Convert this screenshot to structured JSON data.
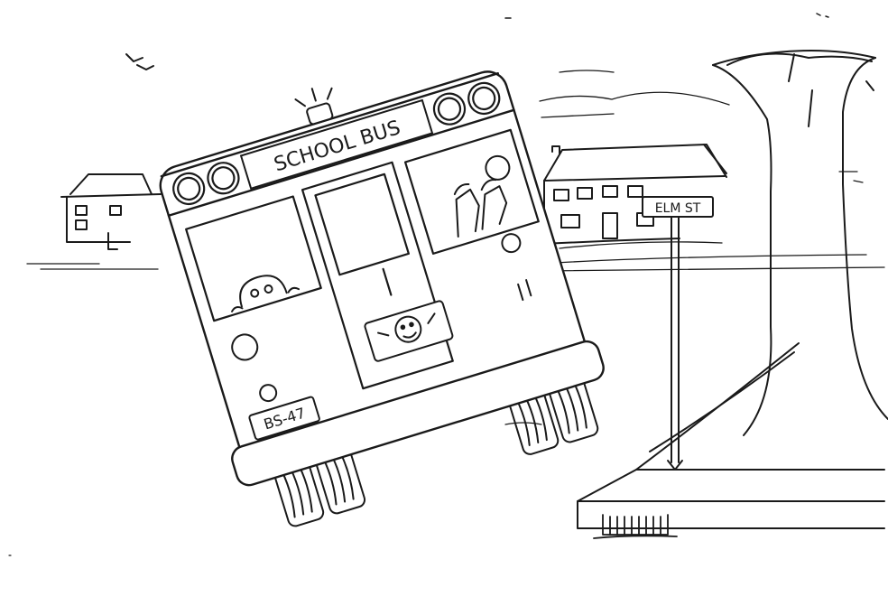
{
  "bus": {
    "sign": "SCHOOL BUS",
    "plate": "BS-47"
  },
  "street_sign": {
    "text": "ELM ST"
  },
  "colors": {
    "ink": "#1a1a1a",
    "paper": "#ffffff"
  }
}
